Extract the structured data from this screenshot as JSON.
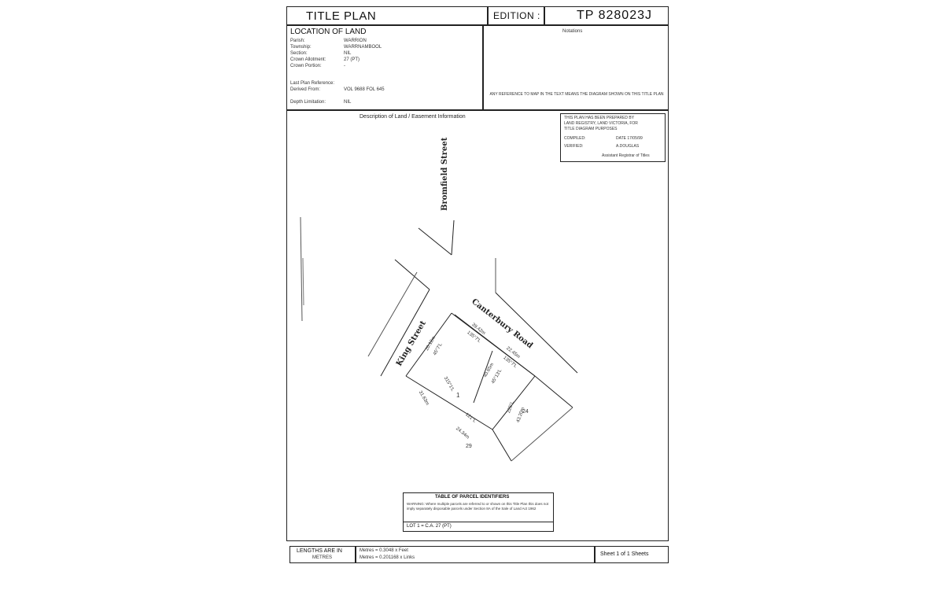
{
  "header": {
    "title": "TITLE PLAN",
    "edition_label": "EDITION :",
    "plan_number": "TP 828023J"
  },
  "location": {
    "heading": "LOCATION OF LAND",
    "rows": [
      {
        "label": "Parish:",
        "value": "WARRION"
      },
      {
        "label": "Township:",
        "value": "WARRNAMBOOL"
      },
      {
        "label": "Section:",
        "value": "NIL"
      },
      {
        "label": "Crown Allotment:",
        "value": "27 (PT)"
      },
      {
        "label": "Crown Portion:",
        "value": "-"
      },
      {
        "label": "Last Plan Reference:",
        "value": ""
      },
      {
        "label": "Derived From:",
        "value": "VOL 9688 FOL 645"
      },
      {
        "label": "Depth Limitation:",
        "value": "NIL"
      }
    ]
  },
  "notations": {
    "heading": "Notations",
    "note": "ANY REFERENCE TO MAP IN THE TEXT MEANS THE DIAGRAM SHOWN ON THIS TITLE PLAN"
  },
  "description": {
    "heading": "Description of Land / Easement Information"
  },
  "compiled_box": {
    "line1": "THIS PLAN HAS BEEN PREPARED BY",
    "line2": "LAND REGISTRY, LAND VICTORIA, FOR",
    "line3": "TITLE DIAGRAM PURPOSES",
    "compiled_label": "COMPILED:",
    "compiled_value": "DATE 17/05/99",
    "verified_label": "VERIFIED:",
    "verified_value": "A.DOUGLAS",
    "footer": "Assistant Registrar of Titles"
  },
  "streets": {
    "bromfield": "Bromfield Street",
    "canterbury": "Canterbury Road",
    "king": "King Street"
  },
  "dimensions": {
    "north_len": "39.42m",
    "north_bear": "135°7'L",
    "east_len": "22.45m",
    "east_bear": "135°7'L",
    "mid_len": "40.65m",
    "mid_bear": "45°13'L",
    "west_len": "20.12m",
    "west_bear": "45°7'L",
    "sw_len": "31.63m",
    "sw_bear": "315°1'L",
    "south_len": "24.34m",
    "south_bear": "121°L",
    "se_len": "43.20m",
    "se_bear": "225°L",
    "lot_label": "1",
    "adj_label_1": "29",
    "adj_label_2": "24"
  },
  "parcel_table": {
    "heading": "TABLE OF PARCEL IDENTIFIERS",
    "warning": "WARNING: Where multiple parcels are referred to or shown on this Title Plan this does not imply separately disposable parcels under Section 8A of the Sale of Land Act 1962",
    "entry": "LOT 1 = C.A. 27 (PT)"
  },
  "footer": {
    "length_label": "LENGTHS ARE IN",
    "length_unit": "METRES",
    "metres_note": "Metres = 0.3048 x Feet",
    "links_note": "Metres = 0.201168 x Links",
    "sheet": "Sheet 1 of 1 Sheets"
  }
}
